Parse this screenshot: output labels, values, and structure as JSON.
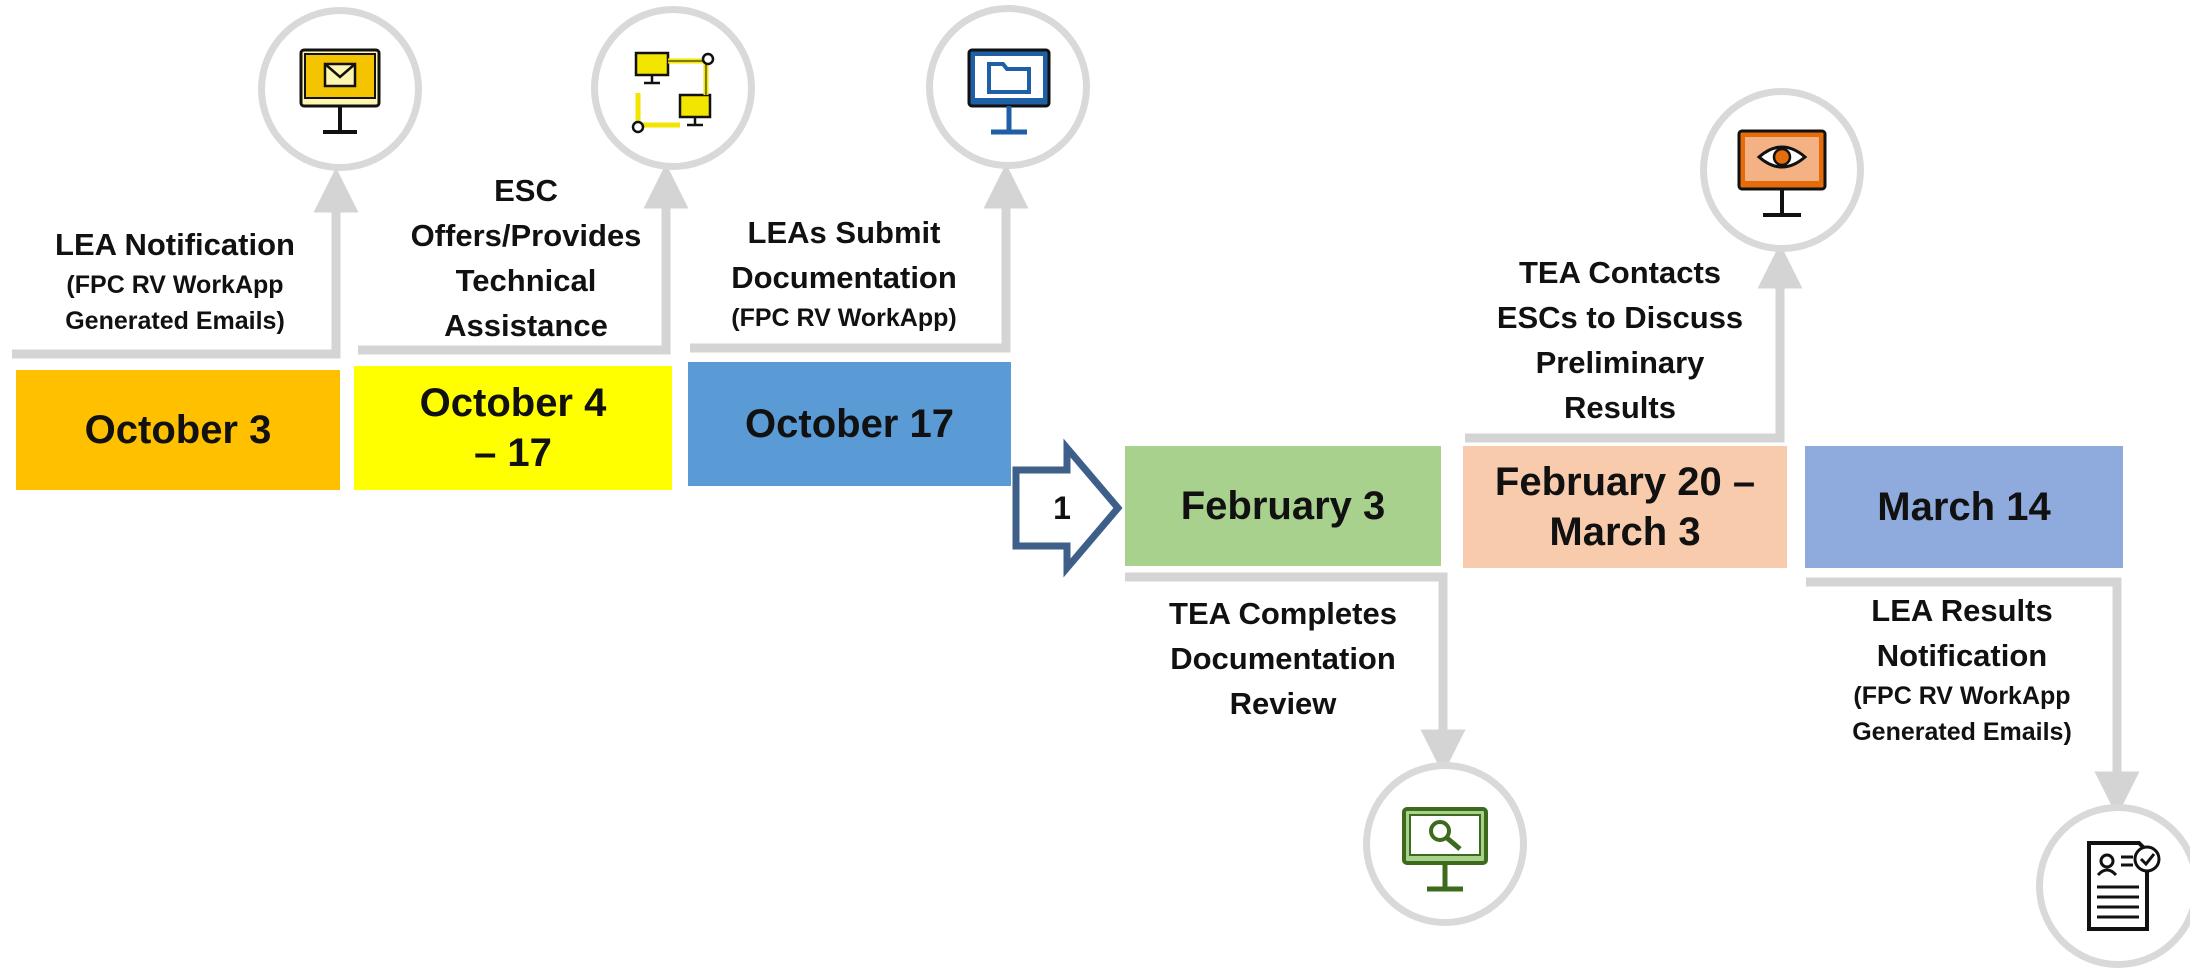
{
  "colors": {
    "connector": "#d4d4d4",
    "circle_border": "#d9d9d9",
    "step_arrow": "#3d5f8a"
  },
  "step_marker": {
    "label": "1"
  },
  "milestones": [
    {
      "date": "October 3",
      "date_bg": "#ffc000",
      "label": "LEA Notification",
      "sublabel": "(FPC RV WorkApp Generated Emails)",
      "icon": "monitor-mail-icon",
      "icon_color": "#f5c400"
    },
    {
      "date": "October 4 – 17",
      "date_bg": "#ffff00",
      "label": "ESC Offers/Provides Technical Assistance",
      "sublabel": "",
      "icon": "network-diagram-icon",
      "icon_color": "#f2e600"
    },
    {
      "date": "October 17",
      "date_bg": "#5b9bd5",
      "label": "LEAs Submit Documentation",
      "sublabel": "(FPC RV WorkApp)",
      "icon": "monitor-folder-icon",
      "icon_color": "#1f5fa5"
    },
    {
      "date": "February 3",
      "date_bg": "#a9d18e",
      "label": "TEA Completes Documentation Review",
      "sublabel": "",
      "icon": "monitor-search-icon",
      "icon_color": "#3c6b1e"
    },
    {
      "date": "February 20 – March 3",
      "date_bg": "#f8cbad",
      "label": "TEA Contacts ESCs to Discuss Preliminary Results",
      "sublabel": "",
      "icon": "monitor-eye-icon",
      "icon_color": "#e46c0a"
    },
    {
      "date": "March 14",
      "date_bg": "#8faadc",
      "label": "LEA Results Notification",
      "sublabel": "(FPC RV WorkApp Generated Emails)",
      "icon": "document-checklist-icon",
      "icon_color": "#111111"
    }
  ]
}
